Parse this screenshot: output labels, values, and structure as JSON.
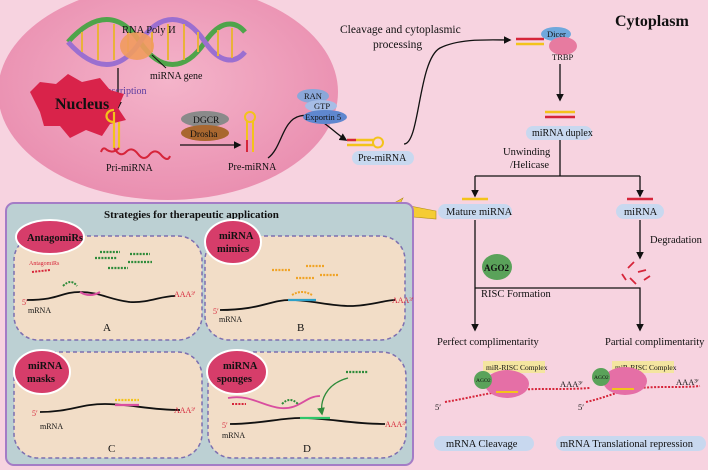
{
  "compartments": {
    "nucleus": "Nucleus",
    "cytoplasm": "Cytoplasm"
  },
  "nucleus_labels": {
    "rna_pol": "RNA Poly И",
    "mirna_gene": "miRNA gene",
    "transcription": "Transcription",
    "dgcr": "DGCR",
    "drosha": "Drosha",
    "pri_mirna": "Pri-miRNA",
    "pre_mirna": "Pre-miRNA"
  },
  "export": {
    "ran": "RAN",
    "gtp": "GTP",
    "exportin": "Exportin 5",
    "pre_mirna_cyto": "Pre-miRNA"
  },
  "processing": {
    "title_line1": "Cleavage and cytoplasmic",
    "title_line2": "processing",
    "dicer": "Dicer",
    "trbp": "TRBP",
    "duplex": "miRNA duplex",
    "unwinding_line1": "Unwinding",
    "unwinding_line2": "/Helicase"
  },
  "fate": {
    "mature": "Mature miRNA",
    "passenger": "miRNA",
    "degradation": "Degradation",
    "ago2": "AGO2",
    "risc_formation": "RISC Formation",
    "perfect": "Perfect complimentarity",
    "partial": "Partial complimentarity",
    "risc_complex": "miR-RISC Complex",
    "ago2_small": "AGO2",
    "aaa": "AAA³′",
    "five_prime": "5′",
    "cleavage": "mRNA Cleavage",
    "repression": "mRNA Translational repression"
  },
  "strategies": {
    "title": "Strategies for therapeutic application",
    "antagomirs": "AntagomiRs",
    "antagomirs_small": "AntagomiRs",
    "mimics_line1": "miRNA",
    "mimics_line2": "mimics",
    "masks_line1": "miRNA",
    "masks_line2": "masks",
    "sponges_line1": "miRNA",
    "sponges_line2": "sponges",
    "mrna": "mRNA",
    "aaa": "AAA³′",
    "five_prime": "5′",
    "letter_a": "A",
    "letter_b": "B",
    "letter_c": "C",
    "letter_d": "D"
  },
  "colors": {
    "background": "#f7d3e0",
    "nucleus": "#f0a3c0",
    "panel": "#bcd0d3",
    "cell": "#f2ddc7",
    "badge": "#d63d6a",
    "label_pill": "#c8d8ef",
    "mirna_red": "#d6253a",
    "mirna_yellow": "#f3c31b",
    "dna_green": "#4fa44a",
    "purple_text": "#5a3aa0"
  }
}
